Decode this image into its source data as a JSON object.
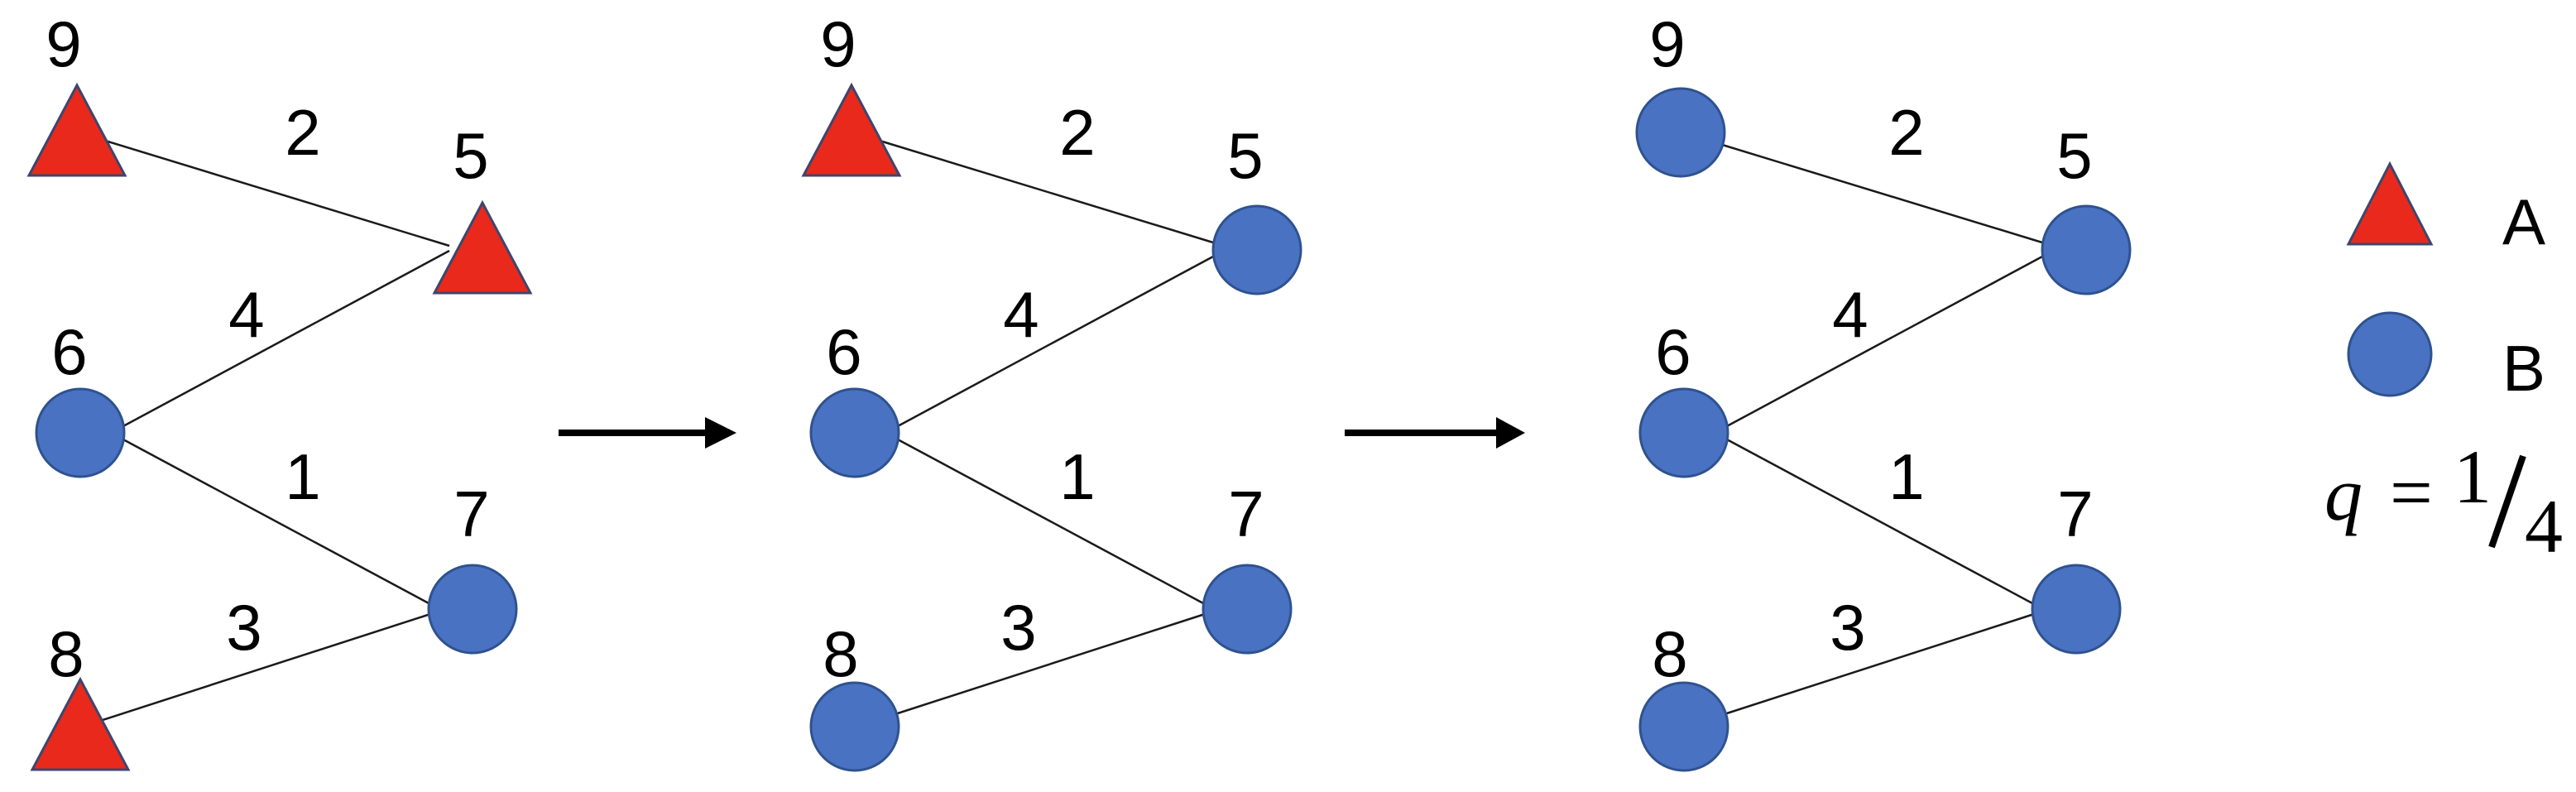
{
  "diagram_title": "",
  "colors": {
    "background": "#ffffff",
    "triangle_fill": "#e8291c",
    "triangle_stroke": "#3c466e",
    "circle_fill": "#4a72c2",
    "circle_stroke": "#2f528f",
    "edge": "#1a1a1a",
    "arrow": "#000000",
    "text": "#000000"
  },
  "node_type_legend": {
    "A": "red-triangle",
    "B": "blue-circle"
  },
  "graphs": [
    {
      "name": "state-1",
      "nodes": [
        {
          "id": "9",
          "label": "9",
          "type": "A"
        },
        {
          "id": "5",
          "label": "5",
          "type": "A"
        },
        {
          "id": "6",
          "label": "6",
          "type": "B"
        },
        {
          "id": "7",
          "label": "7",
          "type": "B"
        },
        {
          "id": "8",
          "label": "8",
          "type": "A"
        }
      ],
      "edges": [
        {
          "from": "9",
          "to": "5",
          "weight": "2"
        },
        {
          "from": "6",
          "to": "5",
          "weight": "4"
        },
        {
          "from": "6",
          "to": "7",
          "weight": "1"
        },
        {
          "from": "8",
          "to": "7",
          "weight": "3"
        }
      ]
    },
    {
      "name": "state-2",
      "nodes": [
        {
          "id": "9",
          "label": "9",
          "type": "A"
        },
        {
          "id": "5",
          "label": "5",
          "type": "B"
        },
        {
          "id": "6",
          "label": "6",
          "type": "B"
        },
        {
          "id": "7",
          "label": "7",
          "type": "B"
        },
        {
          "id": "8",
          "label": "8",
          "type": "B"
        }
      ],
      "edges": [
        {
          "from": "9",
          "to": "5",
          "weight": "2"
        },
        {
          "from": "6",
          "to": "5",
          "weight": "4"
        },
        {
          "from": "6",
          "to": "7",
          "weight": "1"
        },
        {
          "from": "8",
          "to": "7",
          "weight": "3"
        }
      ]
    },
    {
      "name": "state-3",
      "nodes": [
        {
          "id": "9",
          "label": "9",
          "type": "B"
        },
        {
          "id": "5",
          "label": "5",
          "type": "B"
        },
        {
          "id": "6",
          "label": "6",
          "type": "B"
        },
        {
          "id": "7",
          "label": "7",
          "type": "B"
        },
        {
          "id": "8",
          "label": "8",
          "type": "B"
        }
      ],
      "edges": [
        {
          "from": "9",
          "to": "5",
          "weight": "2"
        },
        {
          "from": "6",
          "to": "5",
          "weight": "4"
        },
        {
          "from": "6",
          "to": "7",
          "weight": "1"
        },
        {
          "from": "8",
          "to": "7",
          "weight": "3"
        }
      ]
    }
  ],
  "arrows": [
    {
      "name": "transition-arrow-1"
    },
    {
      "name": "transition-arrow-2"
    }
  ],
  "legend": {
    "items": [
      {
        "symbol": "red-triangle",
        "label": "A"
      },
      {
        "symbol": "blue-circle",
        "label": "B"
      }
    ],
    "equation": {
      "variable": "q",
      "equals": "=",
      "numerator": "1",
      "denominator": "4",
      "display": "q = 1/4"
    }
  }
}
